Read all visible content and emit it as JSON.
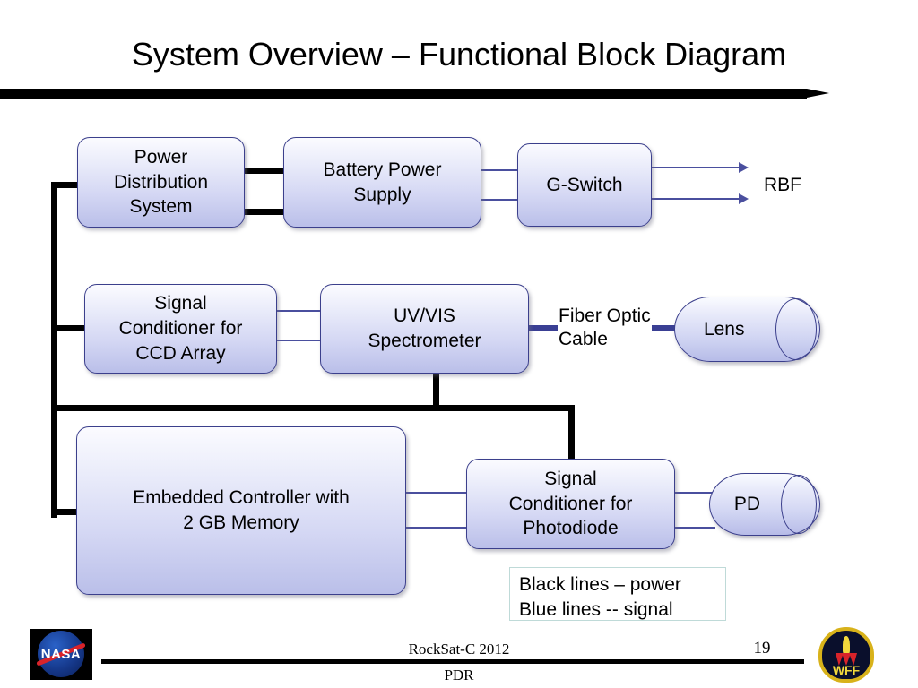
{
  "slide": {
    "title": "System Overview – Functional Block Diagram"
  },
  "nodes": {
    "power_distribution": "Power\nDistribution\nSystem",
    "power_distribution_lines": [
      "Power",
      "Distribution",
      "System"
    ],
    "battery_power_supply_lines": [
      "Battery Power",
      "Supply"
    ],
    "g_switch": "G-Switch",
    "signal_conditioner_ccd_lines": [
      "Signal",
      "Conditioner for",
      "CCD Array"
    ],
    "uvvis_spectrometer_lines": [
      "UV/VIS",
      "Spectrometer"
    ],
    "lens": "Lens",
    "embedded_controller_lines": [
      "Embedded Controller with",
      "2 GB Memory"
    ],
    "signal_conditioner_pd_lines": [
      "Signal",
      "Conditioner for",
      "Photodiode"
    ],
    "photodiode": "PD"
  },
  "labels": {
    "rbf": "RBF",
    "fiber_optic_cable_lines": [
      "Fiber Optic",
      "Cable"
    ]
  },
  "legend": {
    "line_1": "Black lines – power",
    "line_2": "Blue lines --  signal",
    "border_color": "#bfdad8"
  },
  "footer": {
    "event": "RockSat-C 2012",
    "document": "PDR",
    "page_number": "19",
    "nasa_logo_text": "NASA",
    "wff_logo_text": "WFF"
  },
  "colors": {
    "box_border": "#3b3f8c",
    "box_fill_top": "#fbfbff",
    "box_fill_bottom": "#babfe9",
    "power_line": "#000000",
    "signal_line": "#4a4f9e",
    "fiber_line": "#3a3f94"
  }
}
